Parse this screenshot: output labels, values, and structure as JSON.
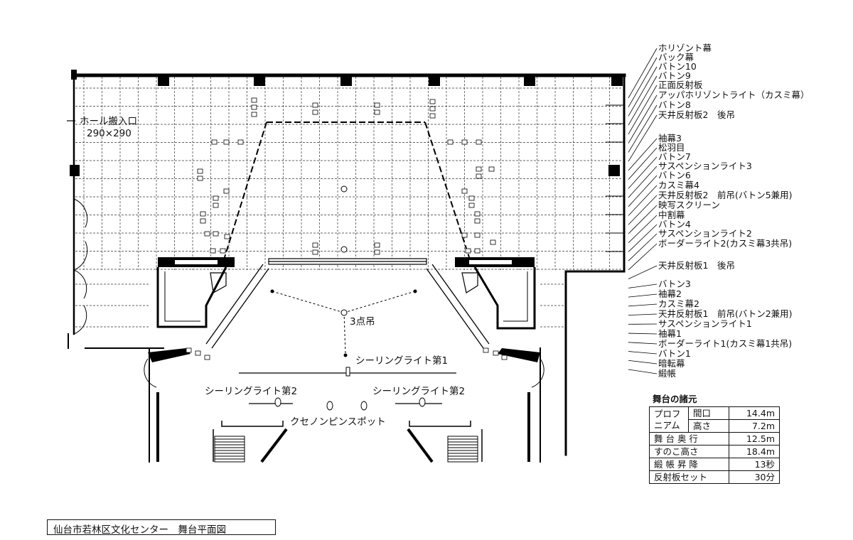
{
  "loading": {
    "name": "ホール搬入口",
    "size": "290×290"
  },
  "annotations": {
    "three_point": "3点吊",
    "ceiling1": "シーリングライト第1",
    "ceiling2_left": "シーリングライト第2",
    "ceiling2_right": "シーリングライト第2",
    "xenon": "クセノンピンスポット"
  },
  "labels": [
    "ホリゾント幕",
    "バック幕",
    "バトン10",
    "バトン9",
    "正面反射板",
    "アッパホリゾントライト（カスミ幕）",
    "バトン8",
    "天井反射板2　後吊",
    "袖幕3",
    "松羽目",
    "バトン7",
    "サスペンションライト3",
    "バトン6",
    "カスミ幕4",
    "天井反射板2　前吊(バトン5兼用)",
    "映写スクリーン",
    "中割幕",
    "バトン4",
    "サスペンションライト2",
    "ボーダーライト2(カスミ幕3共吊)",
    "天井反射板1　後吊",
    "バトン3",
    "袖幕2",
    "カスミ幕2",
    "天井反射板1　前吊(バトン2兼用)",
    "サスペンションライト1",
    "袖幕1",
    "ボーダーライト1(カスミ幕1共吊)",
    "バトン1",
    "暗転幕",
    "緞帳"
  ],
  "specs": {
    "title": "舞台の諸元",
    "proscenium": "プロフ ニアム",
    "width_label": "間口",
    "width_value": "14.4m",
    "height_label": "高さ",
    "height_value": "7.2m",
    "depth_label": "舞 台 奥 行",
    "depth_value": "12.5m",
    "grid_label": "すのこ高さ",
    "grid_value": "18.4m",
    "curtain_label": "緞 帳 昇 降",
    "curtain_value": "13秒",
    "reflector_label": "反射板セット",
    "reflector_value": "30分"
  },
  "caption": "仙台市若林区文化センター　舞台平面図"
}
